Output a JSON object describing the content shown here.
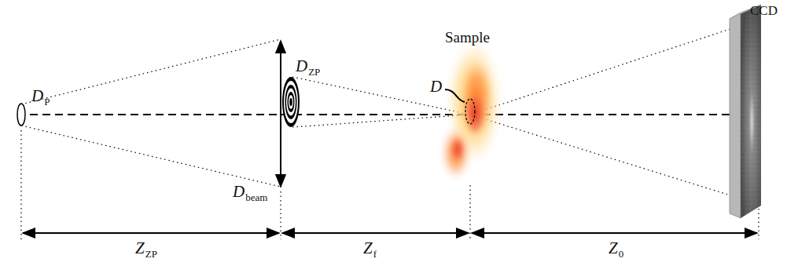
{
  "diagram": {
    "labels": [
      "D",
      "P",
      "D",
      "ZP",
      "D",
      "beam",
      "Sample",
      "D",
      "CCD",
      "Z",
      "ZP",
      "Z",
      "f",
      "Z",
      "0"
    ]
  }
}
